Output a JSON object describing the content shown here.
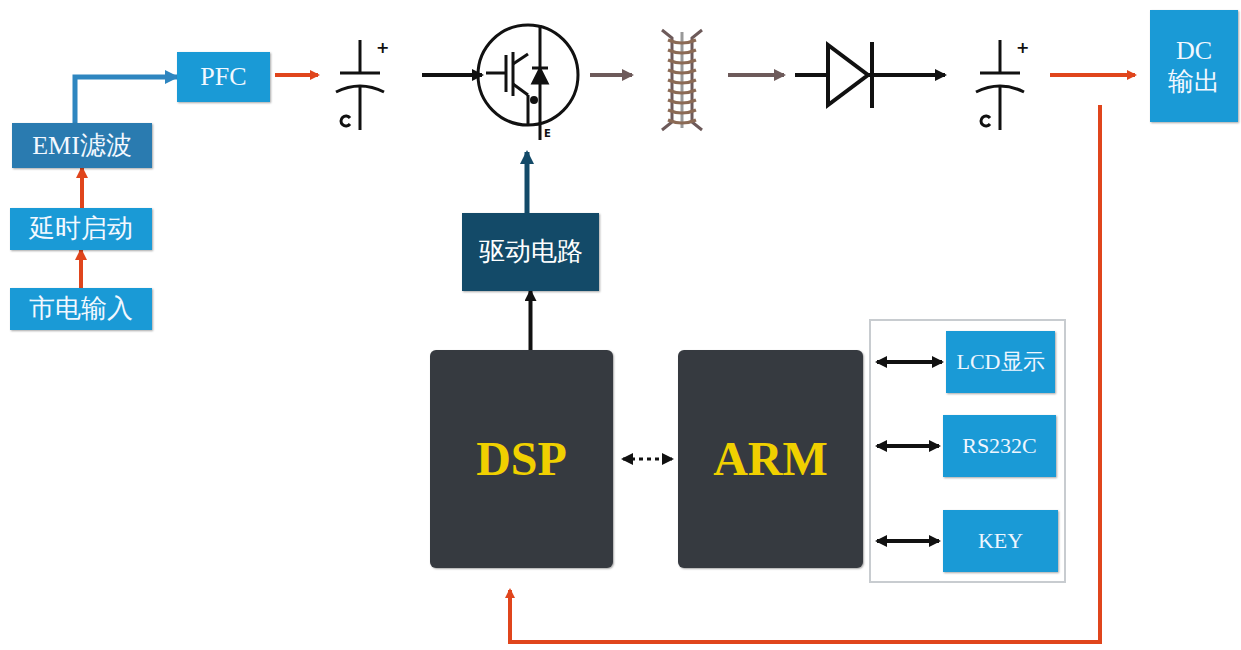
{
  "diagram": {
    "nodes": [
      {
        "text": [
          "市电输入"
        ]
      },
      {
        "text": [
          "延时启动"
        ]
      },
      {
        "text": [
          "EMI滤波"
        ]
      },
      {
        "text": [
          "PFC"
        ]
      },
      {
        "text": [
          "DC 输出"
        ]
      },
      {
        "text": [
          "驱动电路"
        ]
      },
      {
        "text": [
          "DSP"
        ]
      },
      {
        "text": [
          "ARM"
        ]
      },
      {
        "text": [
          "LCD显示"
        ]
      },
      {
        "text": [
          "RS232C"
        ]
      },
      {
        "text": [
          "KEY"
        ]
      }
    ],
    "edges": [
      {
        "from": 0,
        "to": 1,
        "arrow": "to"
      },
      {
        "from": 1,
        "to": 2,
        "arrow": "to"
      },
      {
        "from": 2,
        "to": 3,
        "arrow": "to"
      },
      {
        "from": 6,
        "to": 5,
        "arrow": "to"
      },
      {
        "from": 6,
        "to": 7,
        "arrow": "both"
      },
      {
        "from": 7,
        "to": 8,
        "arrow": "both"
      },
      {
        "from": 7,
        "to": 9,
        "arrow": "both"
      },
      {
        "from": 7,
        "to": 10,
        "arrow": "both"
      }
    ],
    "labels": [
      "+",
      "+",
      "E"
    ]
  }
}
